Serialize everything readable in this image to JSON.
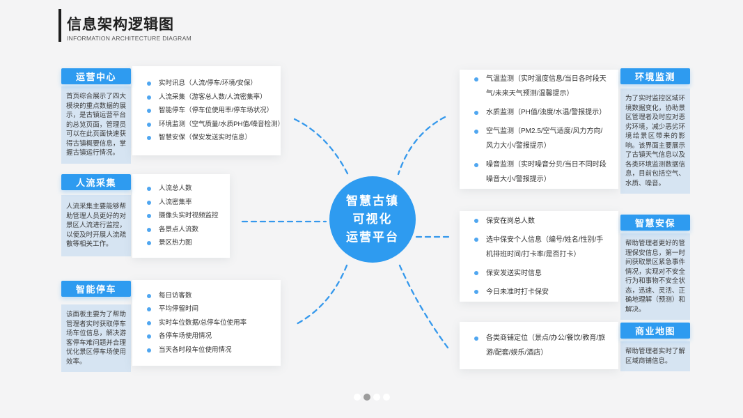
{
  "page": {
    "title": "信息架构逻辑图",
    "subtitle": "INFORMATION ARCHITECTURE DIAGRAM"
  },
  "center_node": {
    "line1": "智慧古镇",
    "line2": "可视化",
    "line3": "运营平台"
  },
  "modules": [
    {
      "id": "operation-center",
      "side": "left",
      "title": "运营中心",
      "description": "首页综合展示了四大模块的重点数据的展示，是古镇运营平台的总览页面，管理员可以在此页面快速获得古镇概要信息，掌握古镇运行情况。",
      "items": [
        "实时讯息（人流/停车/环境/安保）",
        "人流采集（游客总人数/人流密集率）",
        "智能停车（停车位使用率/停车场状况）",
        "环境监测（空气质量/水质PH值/噪音检测）",
        "智慧安保（保安发送实时信息）"
      ]
    },
    {
      "id": "people-flow",
      "side": "left",
      "title": "人流采集",
      "description": "人流采集主要能够帮助管理人员更好的对景区人流进行监控，以便及时开展人流疏散等相关工作。",
      "items": [
        "人流总人数",
        "人流密集率",
        "摄像头实时视频监控",
        "各景点人流数",
        "景区热力图"
      ]
    },
    {
      "id": "smart-parking",
      "side": "left",
      "title": "智能停车",
      "description": "该面板主要为了帮助管理者实时获取停车场车位信息，解决游客停车难问题并合理优化景区停车场使用效率。",
      "items": [
        "每日访客数",
        "平均停留时间",
        "实时车位数据/总停车位使用率",
        "各停车场使用情况",
        "当天各时段车位使用情况"
      ]
    },
    {
      "id": "environment-monitoring",
      "side": "right",
      "title": "环境监测",
      "description": "为了实时监控区域环境数据变化，协助景区管理者及时应对恶劣环境，减少恶劣环境给景区带来的影响。该界面主要展示了古镇天气信息以及各类环境监测数据信息，目前包括空气、水质、噪音。",
      "items": [
        "气温监测（实时温度信息/当日各时段天气/未来天气预测/温馨提示）",
        "水质监测（PH值/浊度/水温/警报提示）",
        "空气监测（PM2.5/空气适度/风力方向/风力大小/警报提示）",
        "噪音监测（实时噪音分贝/当日不同时段噪音大小/警报提示）"
      ]
    },
    {
      "id": "smart-security",
      "side": "right",
      "title": "智慧安保",
      "description": "帮助管理者更好的管理保安信息，第一时间获取景区紧急事件情况，实现对不安全行为和事物不安全状态，迅速、灵活、正确地理解（预测）和解决。",
      "items": [
        "保安在岗总人数",
        "选中保安个人信息（编号/姓名/性别/手机排班时间/打卡率/是否打卡）",
        "保安发送实时信息",
        "今日未准时打卡保安"
      ]
    },
    {
      "id": "business-map",
      "side": "right",
      "title": "商业地图",
      "description": "帮助管理者实时了解区域商铺信息。",
      "items": [
        "各类商铺定位（景点/办公/餐饮/教育/旅游/配套/娱乐/酒店）"
      ]
    }
  ],
  "pagination": {
    "dots": [
      "inactive",
      "active",
      "inactive",
      "inactive"
    ]
  },
  "colors": {
    "primary_blue": "#2E9BF0",
    "line_blue": "#3498EC",
    "dot_blue": "#4FA6F0",
    "desc_bg": "#D6E4F2",
    "desc_text": "#3C3C3C",
    "background": "#F4F4F5",
    "active_dot": "#9C9C9C",
    "inactive_dot": "#FFFFFF"
  }
}
